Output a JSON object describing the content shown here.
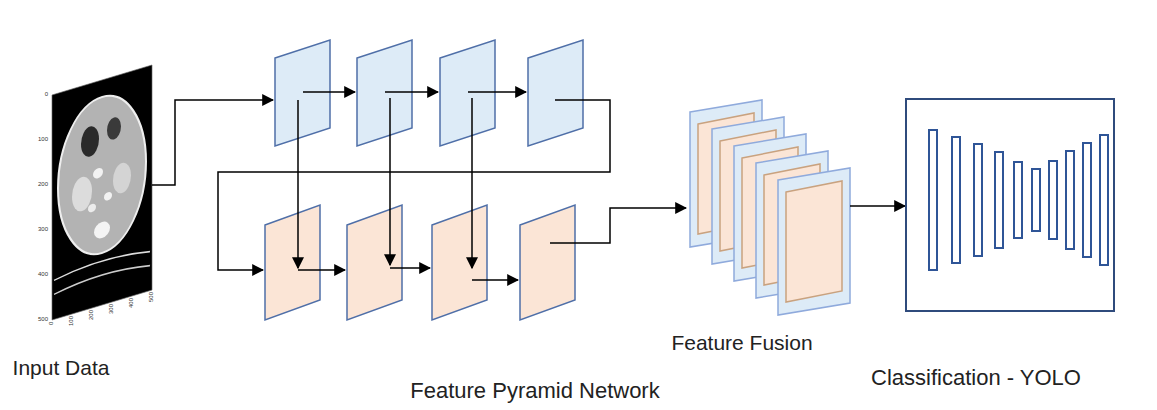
{
  "diagram": {
    "nodes": [
      {
        "text": [
          "Input Data"
        ]
      },
      {
        "text": [
          "Feature Fusion"
        ]
      },
      {
        "text": [
          "Classification - YOLO"
        ]
      }
    ],
    "edges": [
      {
        "from": 1,
        "to": 2,
        "arrow": "to"
      }
    ],
    "labels": [
      "0",
      "100",
      "200",
      "300",
      "400",
      "500",
      "0",
      "100",
      "200",
      "300",
      "400",
      "500",
      "Feature Pyramid Network"
    ]
  }
}
